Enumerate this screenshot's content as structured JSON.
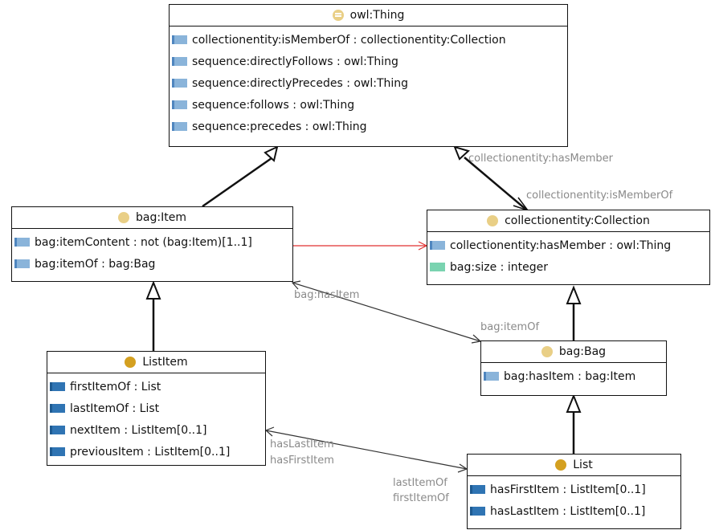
{
  "colors": {
    "class_icon": "#e9cf86",
    "class_icon_dark": "#d4a020",
    "object_property_light": "#8ab4da",
    "object_property_dark": "#2f74b3",
    "data_property": "#7ad3b0",
    "edge_label": "#8a8a8a",
    "highlight_edge": "#e03030"
  },
  "classes": {
    "owl_thing": {
      "title": "owl:Thing",
      "icon": "class-equivalent-icon",
      "properties": [
        {
          "label": "collectionentity:isMemberOf : collectionentity:Collection",
          "kind": "object-light"
        },
        {
          "label": "sequence:directlyFollows : owl:Thing",
          "kind": "object-light"
        },
        {
          "label": "sequence:directlyPrecedes : owl:Thing",
          "kind": "object-light"
        },
        {
          "label": "sequence:follows : owl:Thing",
          "kind": "object-light"
        },
        {
          "label": "sequence:precedes : owl:Thing",
          "kind": "object-light"
        }
      ]
    },
    "bag_item": {
      "title": "bag:Item",
      "icon": "class-icon",
      "properties": [
        {
          "label": "bag:itemContent : not (bag:Item)[1..1]",
          "kind": "object-light"
        },
        {
          "label": "bag:itemOf : bag:Bag",
          "kind": "object-light"
        }
      ]
    },
    "collection": {
      "title": "collectionentity:Collection",
      "icon": "class-icon",
      "properties": [
        {
          "label": "collectionentity:hasMember : owl:Thing",
          "kind": "object-light"
        },
        {
          "label": "bag:size : integer",
          "kind": "data"
        }
      ]
    },
    "list_item": {
      "title": "ListItem",
      "icon": "class-icon-dark",
      "properties": [
        {
          "label": "firstItemOf : List",
          "kind": "object-dark"
        },
        {
          "label": "lastItemOf : List",
          "kind": "object-dark"
        },
        {
          "label": "nextItem : ListItem[0..1]",
          "kind": "object-dark"
        },
        {
          "label": "previousItem : ListItem[0..1]",
          "kind": "object-dark"
        }
      ]
    },
    "bag_bag": {
      "title": "bag:Bag",
      "icon": "class-icon",
      "properties": [
        {
          "label": "bag:hasItem : bag:Item",
          "kind": "object-light"
        }
      ]
    },
    "list": {
      "title": "List",
      "icon": "class-icon-dark",
      "properties": [
        {
          "label": "hasFirstItem : ListItem[0..1]",
          "kind": "object-dark"
        },
        {
          "label": "hasLastItem : ListItem[0..1]",
          "kind": "object-dark"
        }
      ]
    }
  },
  "edge_labels": {
    "collection_has_member": "collectionentity:hasMember",
    "collection_is_member_of": "collectionentity:isMemberOf",
    "bag_has_item": "bag:hasItem",
    "bag_item_of": "bag:itemOf",
    "has_last_item": "hasLastItem",
    "has_first_item": "hasFirstItem",
    "last_item_of": "lastItemOf",
    "first_item_of": "firstItemOf"
  }
}
